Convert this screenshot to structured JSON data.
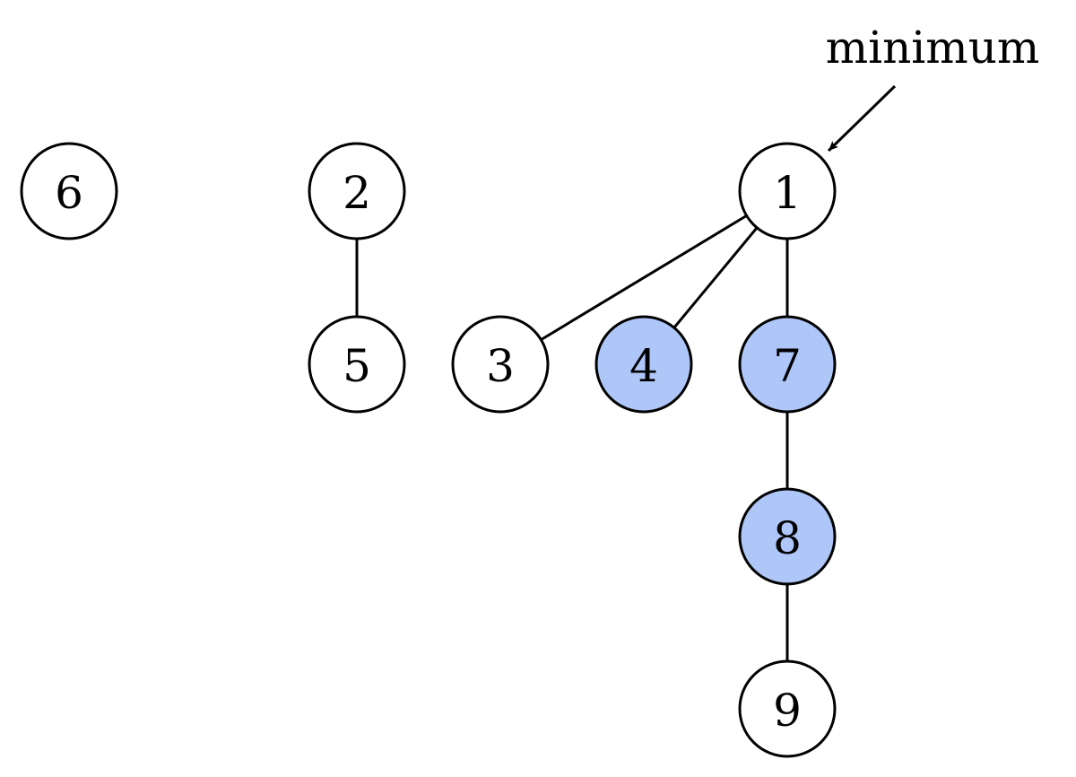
{
  "colors": {
    "node_default": "#ffffff",
    "node_marked": "#aec6f8",
    "stroke": "#000000"
  },
  "nodes": [
    {
      "key": "6",
      "label": "6",
      "marked": false
    },
    {
      "key": "2",
      "label": "2",
      "marked": false
    },
    {
      "key": "5",
      "label": "5",
      "marked": false
    },
    {
      "key": "1",
      "label": "1",
      "marked": false
    },
    {
      "key": "3",
      "label": "3",
      "marked": false
    },
    {
      "key": "4",
      "label": "4",
      "marked": true
    },
    {
      "key": "7",
      "label": "7",
      "marked": true
    },
    {
      "key": "8",
      "label": "8",
      "marked": true
    },
    {
      "key": "9",
      "label": "9",
      "marked": false
    }
  ],
  "edges": [
    {
      "from": "2",
      "to": "5"
    },
    {
      "from": "1",
      "to": "3"
    },
    {
      "from": "1",
      "to": "4"
    },
    {
      "from": "1",
      "to": "7"
    },
    {
      "from": "7",
      "to": "8"
    },
    {
      "from": "8",
      "to": "9"
    }
  ],
  "annotation": {
    "label": "minimum",
    "target": "1"
  }
}
